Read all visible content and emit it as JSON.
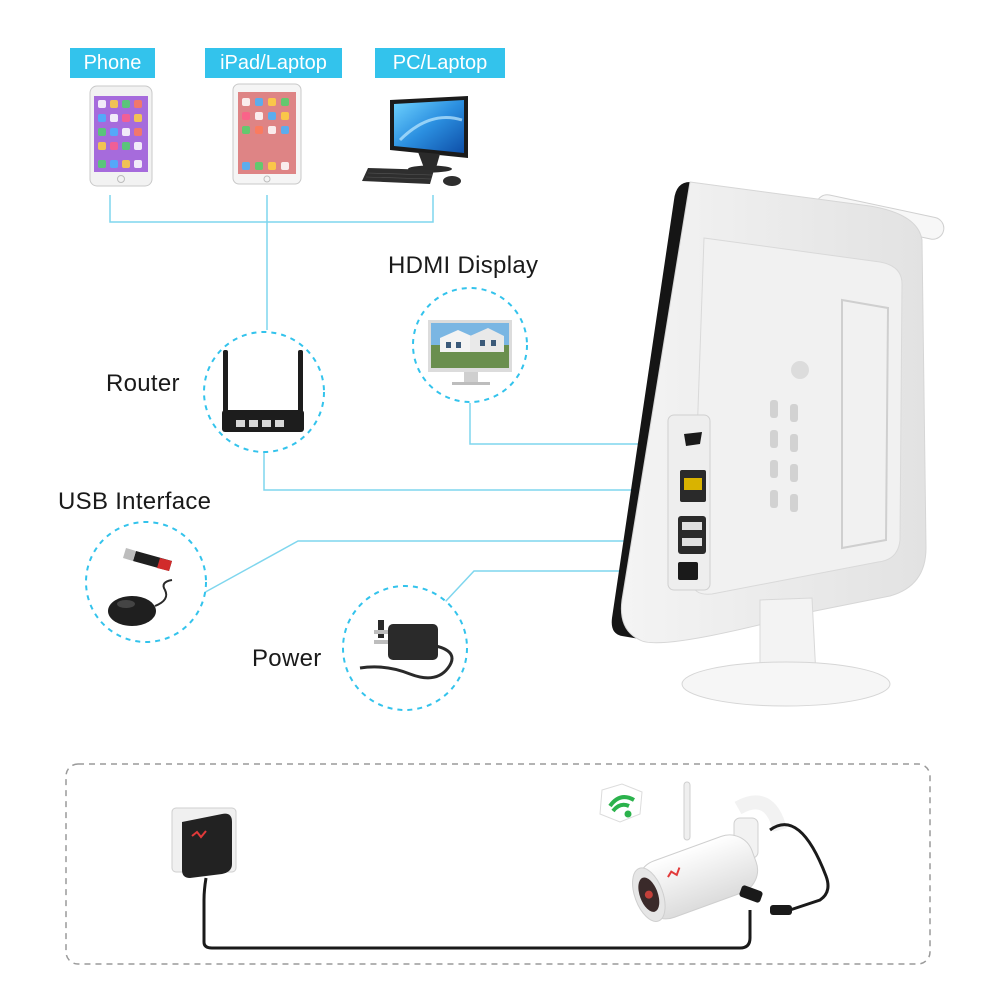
{
  "devices": {
    "phone": "Phone",
    "ipad": "iPad/Laptop",
    "pc": "PC/Laptop"
  },
  "ports": {
    "hdmi": "HDMI Display",
    "router": "Router",
    "usb": "USB Interface",
    "power": "Power"
  },
  "colors": {
    "accent": "#33c3ec",
    "connector_line": "#7fd6ee",
    "dashed_box": "#9a9a9a",
    "cable": "#1a1a1a",
    "wifi": "#2bb24c"
  }
}
